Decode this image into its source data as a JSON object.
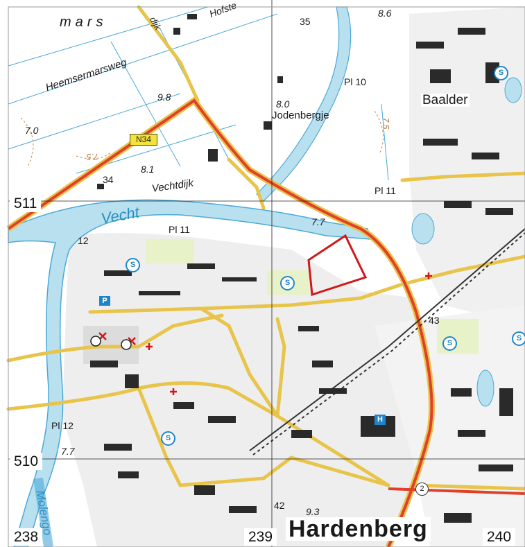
{
  "map": {
    "place_names": {
      "region_mars": "mars",
      "heemsermarsweg": "Heemsermarsweg",
      "hofstede": "Hofste",
      "dijk": "dijk",
      "vechtdijk": "Vechtdijk",
      "vecht": "Vecht",
      "jodenbergje": "Jodenbergje",
      "baalder": "Baalder",
      "hardenberg": "Hardenberg",
      "molengoot": "Molengo"
    },
    "heights": [
      "8.6",
      "9.8",
      "8.0",
      "7.0",
      "7.5",
      "8.1",
      "7.7",
      "7.7",
      "9.3",
      "7.5"
    ],
    "numbers": [
      "35",
      "34",
      "12",
      "42",
      "43"
    ],
    "polder_labels": [
      "Pl 10",
      "Pl 11",
      "Pl 11",
      "Pl 12"
    ],
    "road_badge": "N34",
    "route_badge": "2",
    "grid": {
      "northings": [
        "511",
        "510"
      ],
      "eastings": [
        "238",
        "239",
        "240"
      ]
    },
    "symbols": {
      "school": "S",
      "parking": "P",
      "hospital": "H"
    },
    "colors": {
      "water": "#b9e0ef",
      "water_edge": "#4aa9d8",
      "main_road": "#e0402a",
      "road_casing": "#e8c44a",
      "building": "#2a2a2a",
      "highlight_outline": "#d01818"
    }
  }
}
